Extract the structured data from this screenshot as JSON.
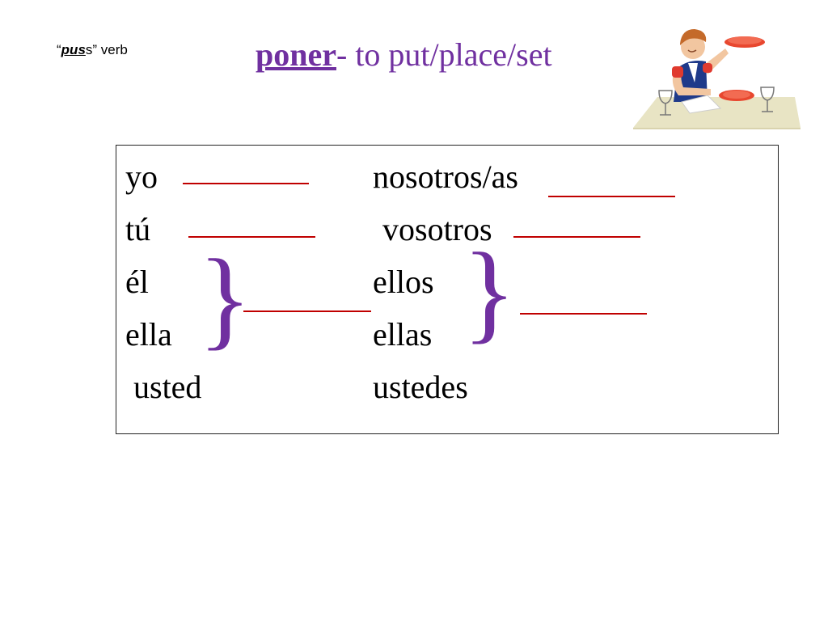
{
  "header": {
    "note_open": "“",
    "note_emphasis": "pus",
    "note_close": "s” verb",
    "title_verb": "poner",
    "title_rest": "- to put/place/set"
  },
  "conjugation": {
    "yo": "yo",
    "tu": "tú",
    "el": "él",
    "ella": "ella",
    "usted": "usted",
    "nosotros": "nosotros/as",
    "vosotros": "vosotros",
    "ellos": "ellos",
    "ellas": "ellas",
    "ustedes": "ustedes",
    "brace_glyph": "}"
  },
  "colors": {
    "title": "#7030A0",
    "brace": "#7030A0",
    "blank": "#C00000"
  },
  "clipart": {
    "icon": "waiter-setting-table-icon"
  }
}
